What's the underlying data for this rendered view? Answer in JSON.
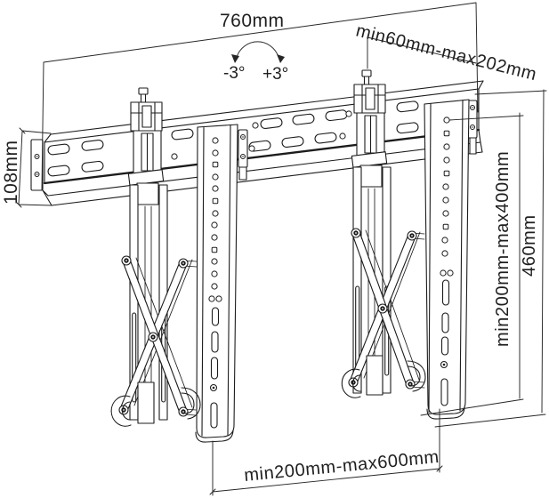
{
  "annotations": {
    "width_total": "760mm",
    "depth_range": "min60mm-max202mm",
    "tilt_negative": "-3°",
    "tilt_positive": "+3°",
    "rail_height": "108mm",
    "vesa_vertical_range": "min200mm-max400mm",
    "bracket_height": "460mm",
    "vesa_horizontal_range": "min200mm-max600mm"
  },
  "colors": {
    "line": "#1c1c1c",
    "text": "#1f1f1f",
    "background": "#ffffff"
  }
}
